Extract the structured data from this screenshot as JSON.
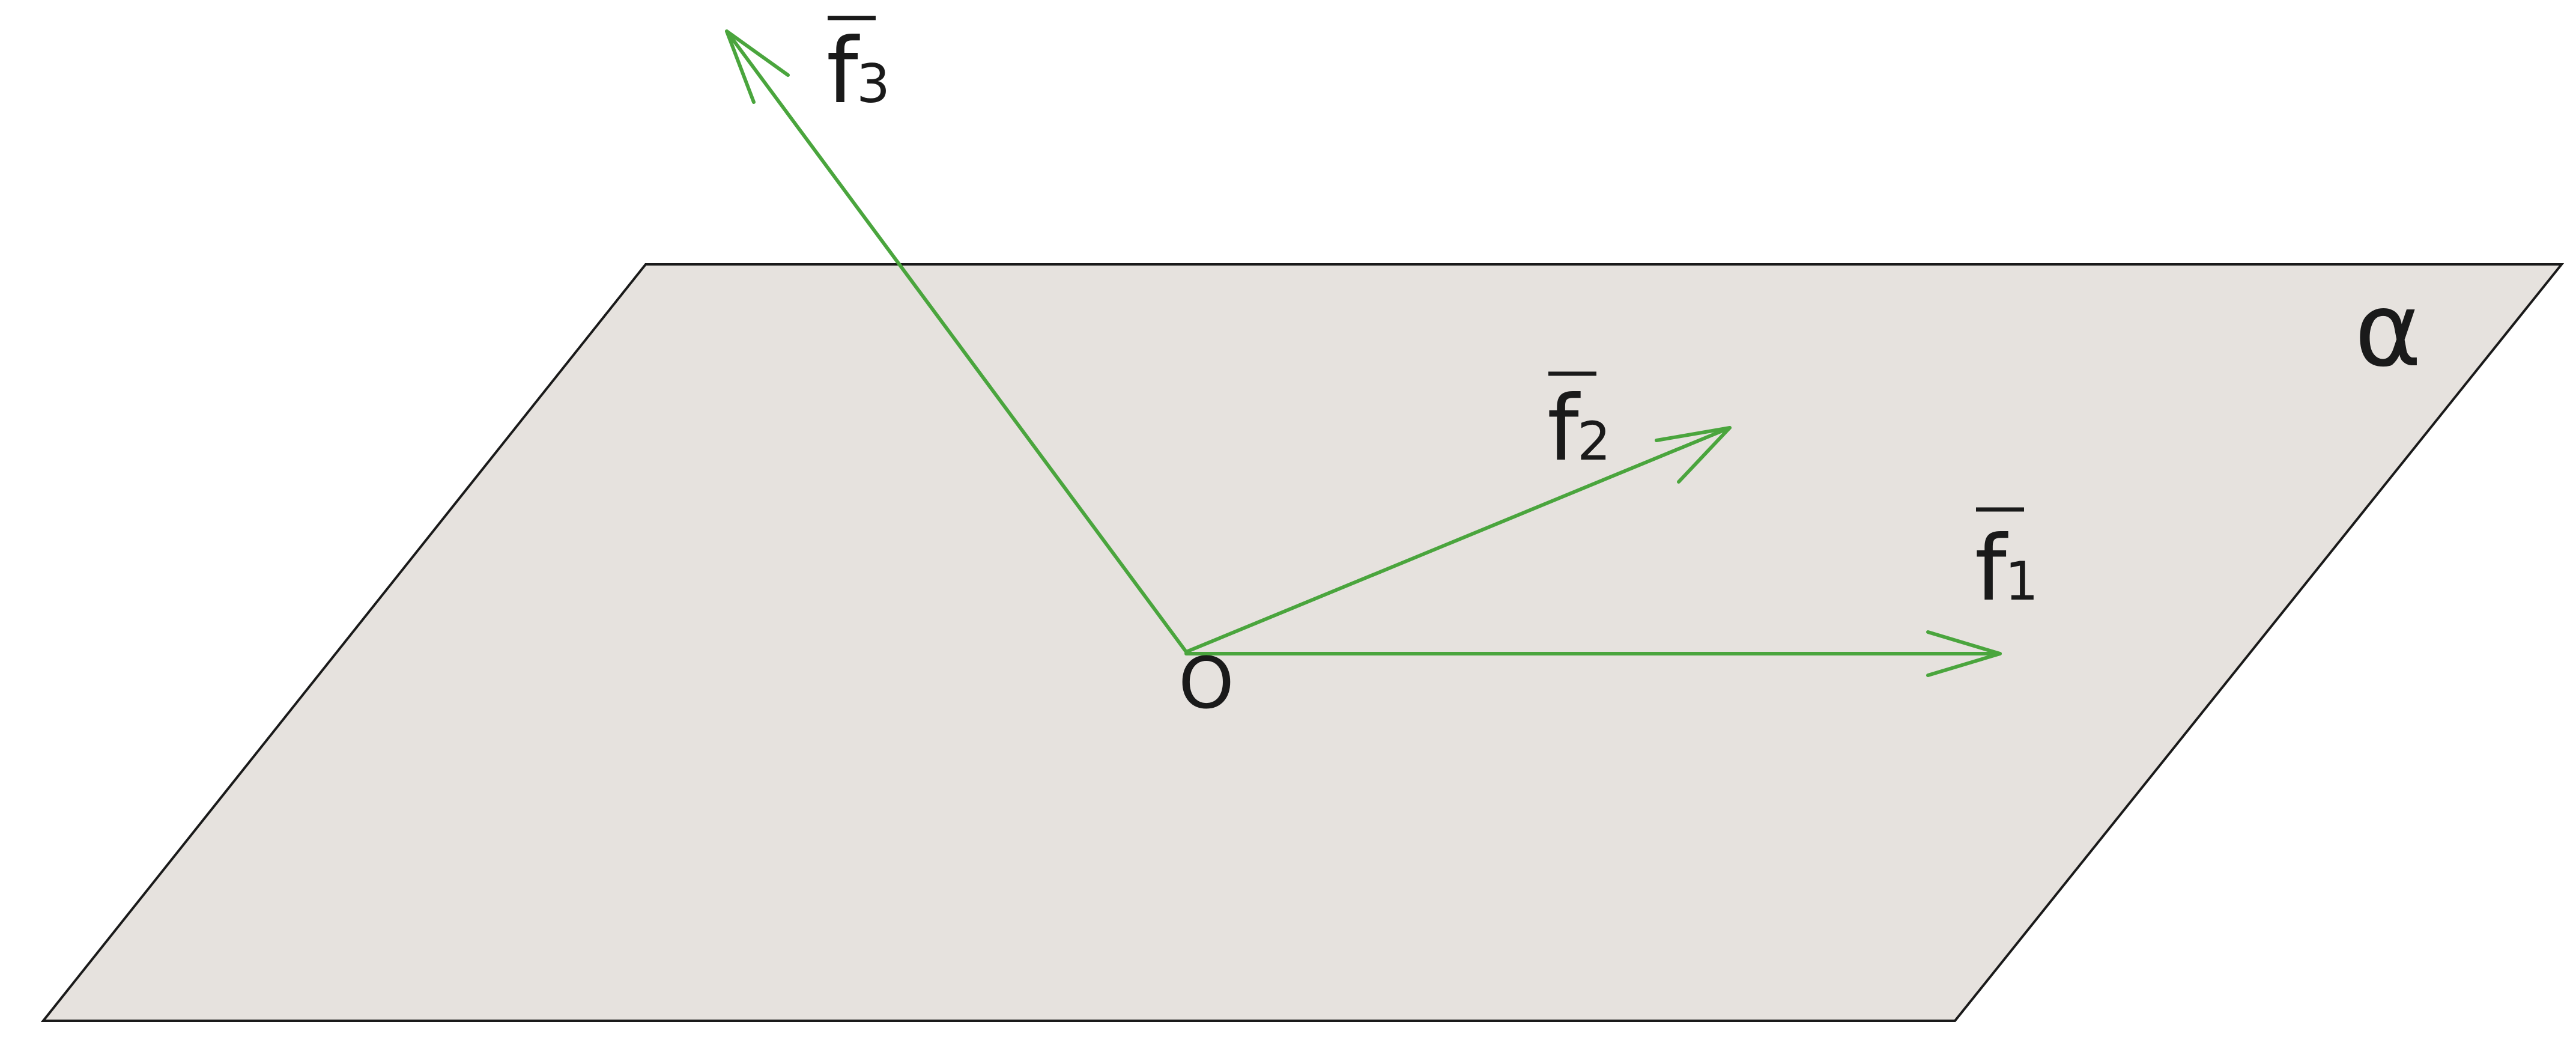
{
  "plane": {
    "label": "α",
    "fill": "#e6e2de",
    "stroke": "#1a1a1a"
  },
  "origin": {
    "label": "O"
  },
  "vectors": [
    {
      "letter": "f",
      "subscript": "1"
    },
    {
      "letter": "f",
      "subscript": "2"
    },
    {
      "letter": "f",
      "subscript": "3"
    }
  ],
  "colors": {
    "vector": "#4aa53d",
    "text": "#1a1a1a"
  }
}
